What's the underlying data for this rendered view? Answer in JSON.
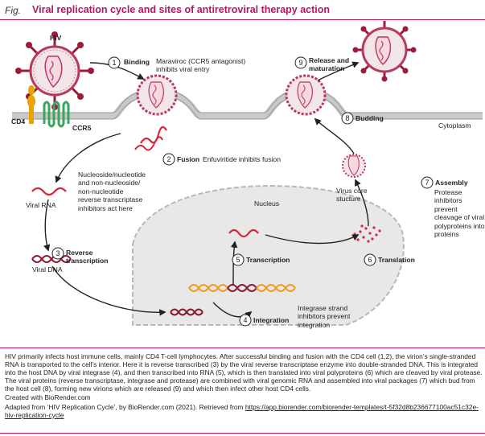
{
  "header": {
    "fig_label": "Fig.",
    "title": "Viral replication cycle and sites of antiretroviral therapy action"
  },
  "diagram": {
    "hiv": "HIV",
    "cd4": "CD4",
    "ccr5": "CCR5",
    "cytoplasm": "Cytoplasm",
    "nucleus": "Nucleus",
    "viral_rna": "Viral RNA",
    "viral_dna": "Viral DNA",
    "virus_core": "Virus core\nstucture",
    "steps": [
      {
        "num": "1",
        "label": "Binding",
        "note": "Maraviroc (CCR5 antagonist)\ninhibits viral entry"
      },
      {
        "num": "2",
        "label": "Fusion",
        "note": "Enfuviritide inhibits fusion"
      },
      {
        "num": "3",
        "label": "Reverse\ntranscription",
        "note": "Nucleoside/nucleotide\nand non-nucleoside/\nnon-nucleotide\nreverse transcriptase\ninhibitors act here"
      },
      {
        "num": "4",
        "label": "Integration",
        "note": "Integrase strand\ninhibitors prevent\nintegration"
      },
      {
        "num": "5",
        "label": "Transcription",
        "note": ""
      },
      {
        "num": "6",
        "label": "Translation",
        "note": ""
      },
      {
        "num": "7",
        "label": "Assembly",
        "note": "Protease\ninhibitors prevent\ncleavage of viral\npolyproteins into\nproteins"
      },
      {
        "num": "8",
        "label": "Budding",
        "note": ""
      },
      {
        "num": "9",
        "label": "Release and\nmaturation",
        "note": ""
      }
    ],
    "credit": "Created with BioRender.com"
  },
  "caption": {
    "body": "HIV primarily infects host immune cells, mainly CD4 T-cell lymphocytes. After successful binding and fusion with the CD4 cell (1,2), the virion’s single-stranded RNA is transported to the cell’s interior. Here it is reverse transcribed (3) by the viral reverse transcriptase enzyme into double-stranded DNA. This is integrated into the host DNA by viral integrase (4), and then transcribed into RNA (5), which is then translated into viral polyproteins (6) which are cleaved by viral protease. The viral proteins (reverse transcriptase, integrase and protease) are combined with viral genomic RNA and assembled into viral packages (7) which bud from the host cell (8), forming new virions which are released (9) and which then infect other host CD4 cells.",
    "source_prefix": "Adapted from ‘HIV Replication Cycle’, by BioRender.com (2021). Retrieved from ",
    "source_url": "https://app.biorender.com/biorender-templates/t-5f32d8b236677100ac51c32e-hiv-replication-cycle"
  },
  "colors": {
    "accent": "#c8105c",
    "membrane": "#d9d9d9",
    "nucleus": "#e6e6e6",
    "rna": "#d7263d",
    "dna_dark": "#8a1630",
    "dna_orange": "#f29a1d",
    "cd4": "#e8a400",
    "ccr5": "#3aa55d",
    "spike": "#9b1c3a"
  }
}
